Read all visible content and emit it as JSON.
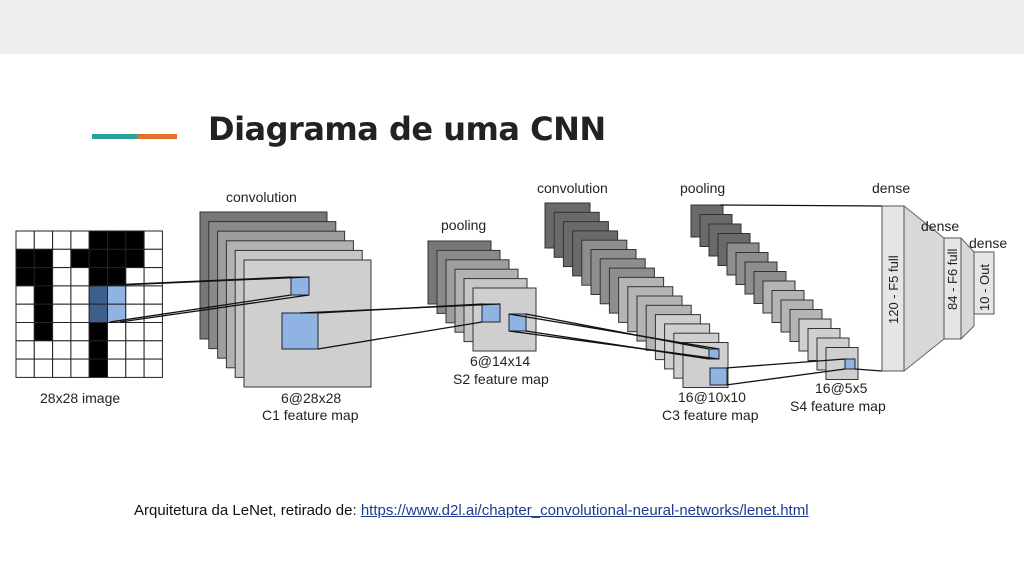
{
  "slide": {
    "title": "Diagrama de uma CNN",
    "accent_colors": [
      "#2aa198",
      "#e0722b"
    ]
  },
  "diagram": {
    "input_label": "28x28 image",
    "conv1_label": "convolution",
    "c1_dims": "6@28x28",
    "c1_name": "C1 feature map",
    "pool1_label": "pooling",
    "s2_dims": "6@14x14",
    "s2_name": "S2 feature map",
    "conv2_label": "convolution",
    "c3_dims": "16@10x10",
    "c3_name": "C3 feature map",
    "pool2_label": "pooling",
    "s4_dims": "16@5x5",
    "s4_name": "S4 feature map",
    "dense1_label": "dense",
    "dense2_label": "dense",
    "dense3_label": "dense",
    "f5_label": "120 - F5 full",
    "f6_label": "84 - F6 full",
    "out_label": "10 - Out",
    "highlight_color": "#8fb4e3"
  },
  "caption": {
    "text": "Arquitetura da LeNet, retirado de: ",
    "link": "https://www.d2l.ai/chapter_convolutional-neural-networks/lenet.html"
  }
}
